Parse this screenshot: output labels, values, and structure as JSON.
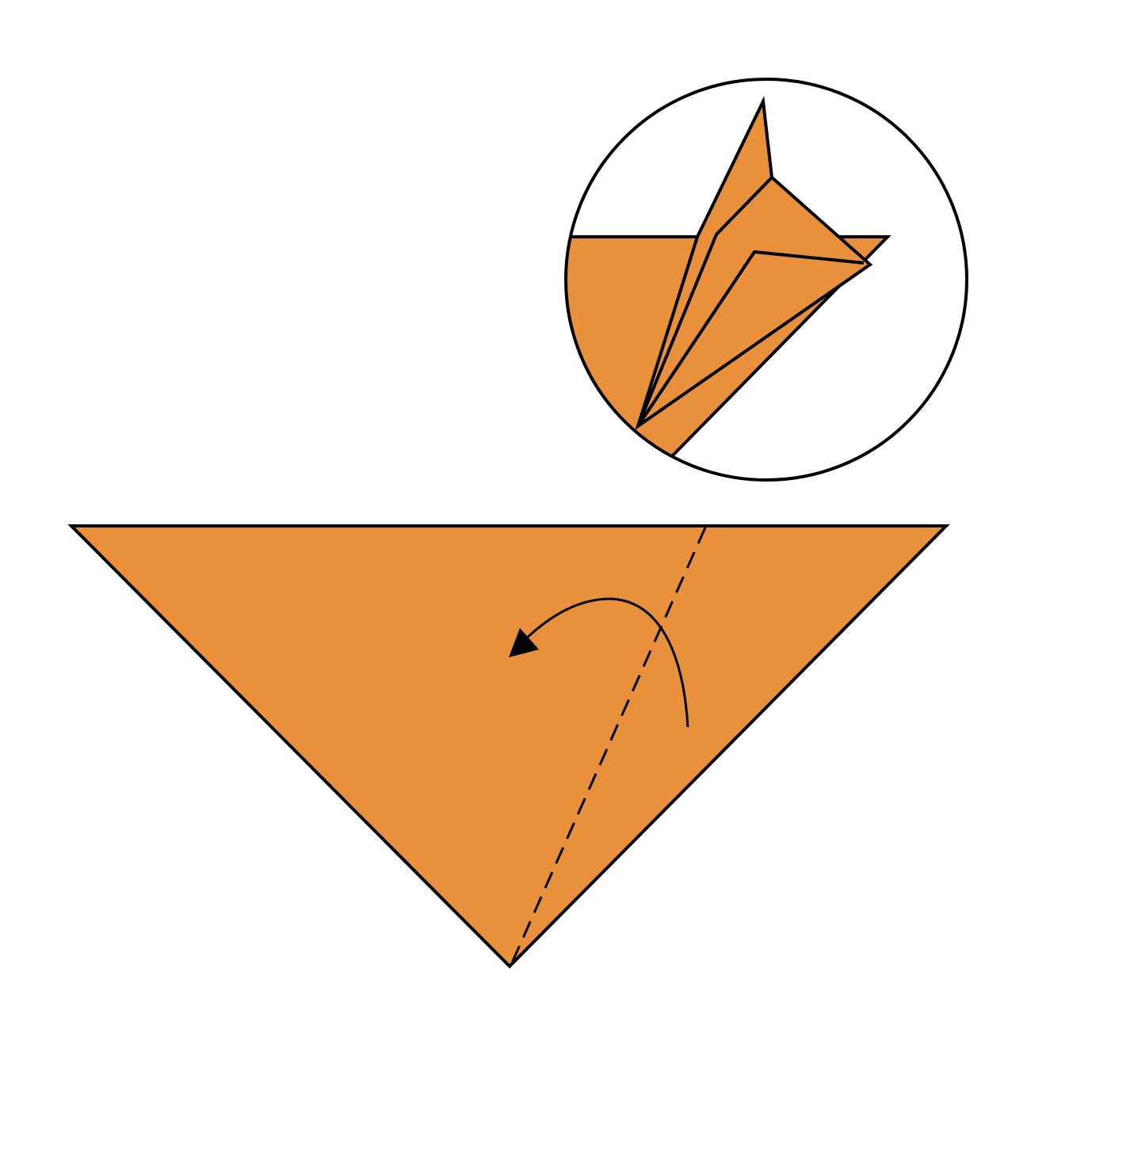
{
  "diagram": {
    "type": "origami-fold-step",
    "paper_color": "#E8903C",
    "line_color": "#000000",
    "background": "#FFFFFF",
    "main_shape": "triangle",
    "fold_line_style": "valley-fold-dashed",
    "arrow": "curved-fold-arrow",
    "inset": "circular-detail-view"
  }
}
